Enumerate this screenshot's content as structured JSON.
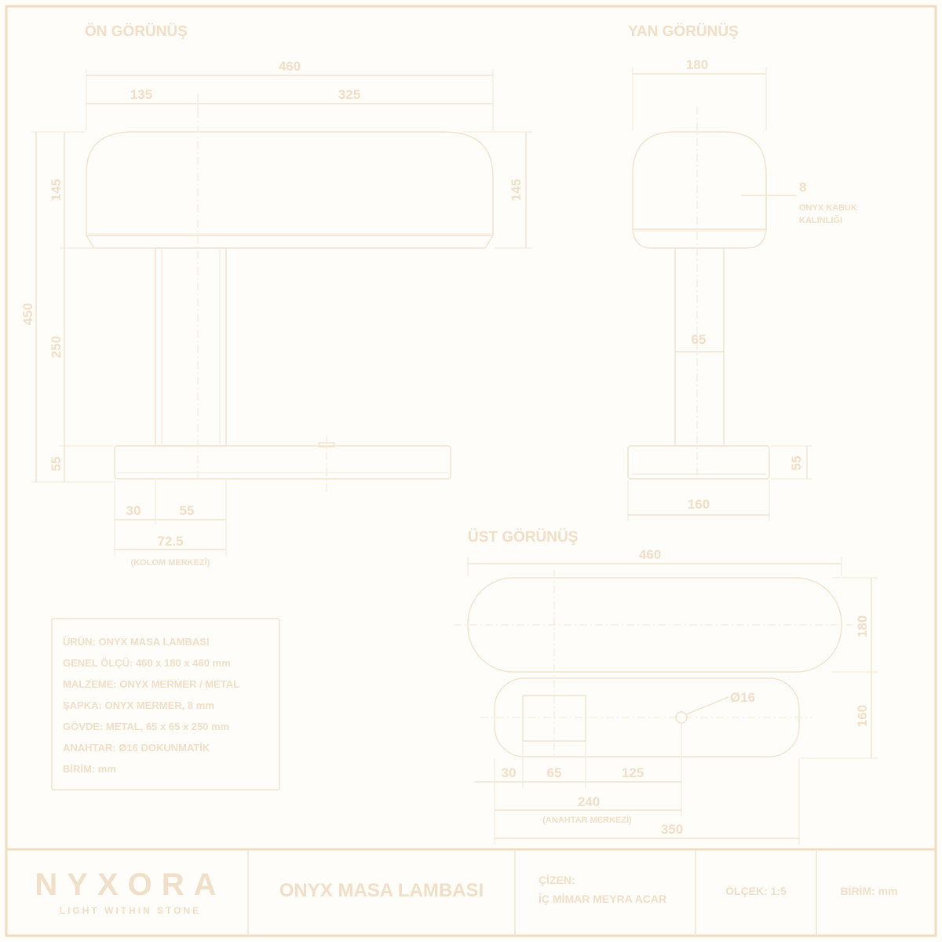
{
  "views": {
    "front": {
      "title": "ÖN GÖRÜNÜŞ",
      "dims": {
        "overall_width": "460",
        "left_offset": "135",
        "right_part": "325",
        "shade_height_left": "145",
        "shade_height_right": "145",
        "total_height": "450",
        "column_height": "250",
        "base_height": "55",
        "base_offset": "30",
        "column_width": "55",
        "column_center": "72.5",
        "column_center_note": "(KOLOM MERKEZİ)"
      }
    },
    "side": {
      "title": "YAN GÖRÜNÜŞ",
      "dims": {
        "overall_width": "180",
        "shell_thickness": "8",
        "shell_note_line1": "ONYX KABUK",
        "shell_note_line2": "KALINLIĞI",
        "column_width": "65",
        "base_width": "160",
        "base_height": "55"
      }
    },
    "top": {
      "title": "ÜST GÖRÜNÜŞ",
      "dims": {
        "overall_width": "460",
        "shade_depth": "180",
        "base_depth": "160",
        "switch_diameter": "Ø16",
        "offset": "30",
        "column": "65",
        "gap": "125",
        "switch_center": "240",
        "switch_center_note": "(ANAHTAR MERKEZİ)",
        "base_width": "350"
      }
    }
  },
  "info_box": [
    {
      "label": "ÜRÜN:",
      "value": "ONYX MASA LAMBASI"
    },
    {
      "label": "GENEL ÖLÇÜ:",
      "value": "460 x 180 x 460 mm"
    },
    {
      "label": "MALZEME:",
      "value": "ONYX MERMER / METAL"
    },
    {
      "label": "ŞAPKA:",
      "value": "ONYX MERMER, 8 mm"
    },
    {
      "label": "GÖVDE:",
      "value": "METAL, 65 x 65 x 250 mm"
    },
    {
      "label": "ANAHTAR:",
      "value": "Ø16 DOKUNMATİK"
    },
    {
      "label": "BİRİM:",
      "value": "mm"
    }
  ],
  "title_block": {
    "brand": "NYXORA",
    "tagline": "LIGHT WITHIN STONE",
    "project": "ONYX MASA LAMBASI",
    "drawn_by_label": "ÇİZEN:",
    "drawn_by": "İÇ MİMAR MEYRA ACAR",
    "scale": "ÖLÇEK: 1:5",
    "unit": "BİRİM: mm"
  },
  "colors": {
    "line": "#f2e3cf",
    "text": "#f0dec7",
    "background": "#fffdf9"
  }
}
